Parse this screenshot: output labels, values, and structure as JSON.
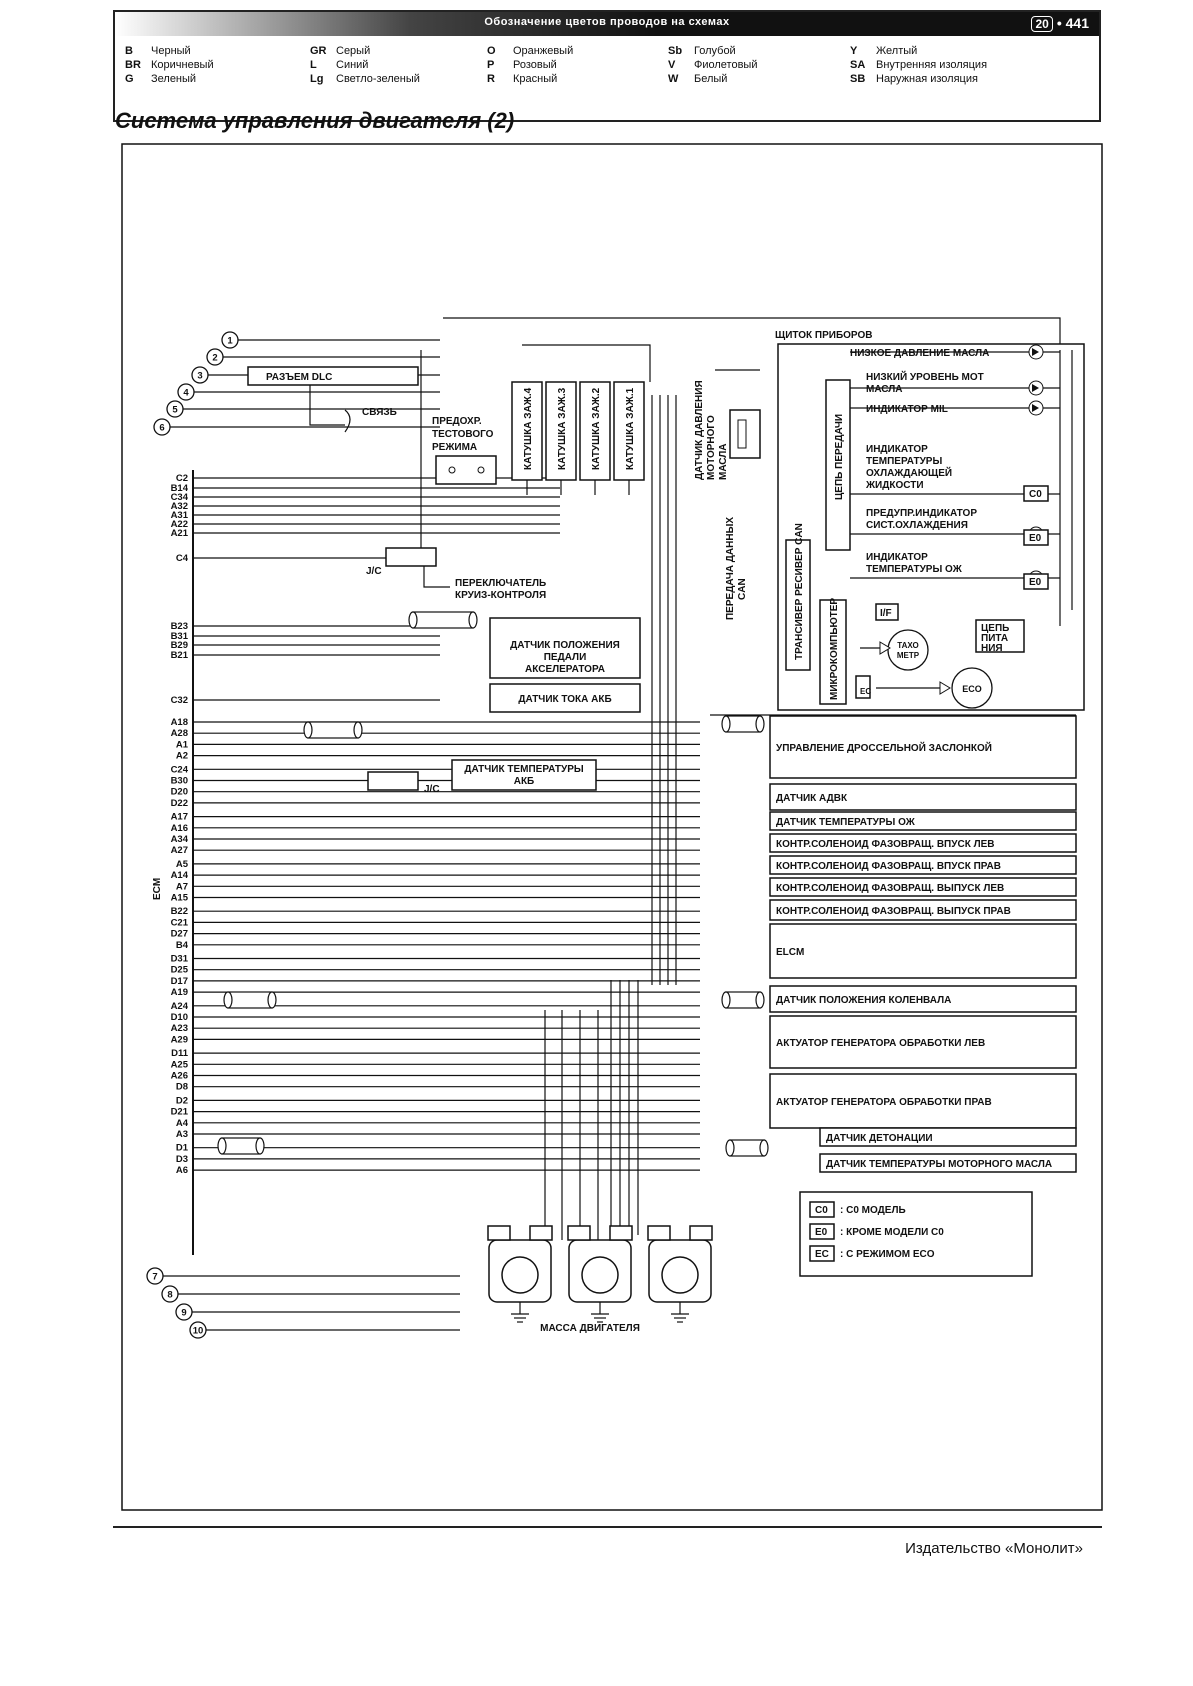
{
  "header": {
    "title": "Обозначение цветов проводов на схемах",
    "section": "20",
    "page": "441"
  },
  "legend": [
    [
      {
        "code": "B",
        "name": "Черный"
      },
      {
        "code": "BR",
        "name": "Коричневый"
      },
      {
        "code": "G",
        "name": "Зеленый"
      }
    ],
    [
      {
        "code": "GR",
        "name": "Серый"
      },
      {
        "code": "L",
        "name": "Синий"
      },
      {
        "code": "Lg",
        "name": "Светло-зеленый"
      }
    ],
    [
      {
        "code": "O",
        "name": "Оранжевый"
      },
      {
        "code": "P",
        "name": "Розовый"
      },
      {
        "code": "R",
        "name": "Красный"
      }
    ],
    [
      {
        "code": "Sb",
        "name": "Голубой"
      },
      {
        "code": "V",
        "name": "Фиолетовый"
      },
      {
        "code": "W",
        "name": "Белый"
      }
    ],
    [
      {
        "code": "Y",
        "name": "Желтый"
      },
      {
        "code": "SA",
        "name": "Внутренняя изоляция"
      },
      {
        "code": "SB",
        "name": "Наружная изоляция"
      }
    ]
  ],
  "page_title": "Система управления двигателя (2)",
  "diagram": {
    "ecm_label": "ECM",
    "connectors": [
      "1",
      "2",
      "3",
      "4",
      "5",
      "6",
      "7",
      "8",
      "9",
      "10"
    ],
    "dlc": "РАЗЪЕМ DLC",
    "link": "СВЯЗЬ",
    "test_fuse": "ПРЕДОХР. ТЕСТОВОГО РЕЖИМА",
    "coils": [
      "КАТУШКА ЗАЖ.4",
      "КАТУШКА ЗАЖ.3",
      "КАТУШКА ЗАЖ.2",
      "КАТУШКА ЗАЖ.1"
    ],
    "oil_pressure_sensor": "ДАТЧИК ДАВЛЕНИЯ МОТОРНОГО МАСЛА",
    "can_label": "ПЕРЕДАЧА ДАННЫХ CAN",
    "jc": "J/C",
    "cruise": "ПЕРЕКЛЮЧАТЕЛЬ КРУИЗ-КОНТРОЛЯ",
    "pedal": "ДАТЧИК ПОЛОЖЕНИЯ ПЕДАЛИ АКСЕЛЕРАТОРА",
    "batt_current": "ДАТЧИК ТОКА АКБ",
    "batt_temp": "ДАТЧИК ТЕМПЕРАТУРЫ АКБ",
    "cluster": {
      "title": "ЩИТОК ПРИБОРОВ",
      "items": [
        "НИЗКОЕ ДАВЛЕНИЕ МАСЛА",
        "НИЗКИЙ УРОВЕНЬ МОТ МАСЛА",
        "ИНДИКАТОР MIL",
        "ИНДИКАТОР ТЕМПЕРАТУРЫ ОХЛАЖДАЮЩЕЙ ЖИДКОСТИ",
        "ПРЕДУПР.ИНДИКАТОР СИСТ.ОХЛАЖДЕНИЯ",
        "ИНДИКАТОР ТЕМПЕРАТУРЫ ОЖ"
      ],
      "transmit": "ЦЕПЬ ПЕРЕДАЧИ",
      "transceiver": "ТРАНСИВЕР РЕСИВЕР CAN",
      "micro": "МИКРОКОМПЬЮТЕР",
      "if": "I/F",
      "power": "ЦЕПЬ ПИТА НИЯ",
      "tacho": "ТАХО МЕТР",
      "eco": "ECO",
      "codes": [
        "C0",
        "E0",
        "E0",
        "EC"
      ]
    },
    "components": [
      "УПРАВЛЕНИЕ ДРОССЕЛЬНОЙ ЗАСЛОНКОЙ",
      "ДАТЧИК АДВК",
      "ДАТЧИК ТЕМПЕРАТУРЫ ОЖ",
      "КОНТР.СОЛЕНОИД ФАЗОВРАЩ. ВПУСК ЛЕВ",
      "КОНТР.СОЛЕНОИД ФАЗОВРАЩ. ВПУСК ПРАВ",
      "КОНТР.СОЛЕНОИД ФАЗОВРАЩ. ВЫПУСК ЛЕВ",
      "КОНТР.СОЛЕНОИД ФАЗОВРАЩ. ВЫПУСК ПРАВ",
      "ELCM",
      "ДАТЧИК ПОЛОЖЕНИЯ КОЛЕНВАЛА",
      "АКТУАТОР ГЕНЕРАТОРА ОБРАБОТКИ ЛЕВ",
      "АКТУАТОР ГЕНЕРАТОРА ОБРАБОТКИ ПРАВ",
      "ДАТЧИК ДЕТОНАЦИИ",
      "ДАТЧИК ТЕМПЕРАТУРЫ МОТОРНОГО МАСЛА"
    ],
    "pins_top": [
      "C2",
      "B14",
      "C34",
      "A32",
      "A31",
      "A22",
      "A21",
      "C4",
      "B23",
      "B31",
      "B29",
      "B21",
      "C32"
    ],
    "pins_mid": [
      "A18",
      "A28",
      "A1",
      "A2",
      "C24",
      "B30",
      "D20",
      "D22",
      "A17",
      "A16",
      "A34",
      "A27",
      "A5",
      "A14",
      "A7",
      "A15",
      "B22",
      "C21",
      "D27",
      "B4",
      "D31",
      "D25",
      "D17",
      "A19",
      "A24",
      "D10",
      "A23",
      "A29",
      "D11",
      "A25",
      "A26",
      "D8",
      "D2",
      "D21",
      "A4",
      "A3",
      "D1",
      "D3",
      "A6"
    ],
    "notes": [
      {
        "code": "C0",
        "text": ": C0 МОДЕЛЬ"
      },
      {
        "code": "E0",
        "text": ": КРОМЕ МОДЕЛИ C0"
      },
      {
        "code": "EC",
        "text": ": С РЕЖИМОМ ECO"
      }
    ],
    "ground": "МАССА ДВИГАТЕЛЯ"
  },
  "footer": "Издательство «Монолит»"
}
